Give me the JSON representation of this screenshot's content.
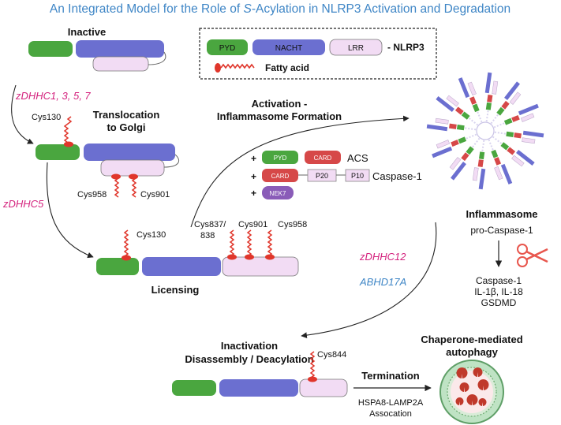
{
  "colors": {
    "pyd": "#4aa63f",
    "nacht": "#6b6fd0",
    "lrr": "#f2dcf4",
    "fatty_acid": "#e0362b",
    "card": "#d64848",
    "nek7": "#8a5cb8",
    "title": "#3f86c6",
    "enzyme_magenta": "#d4237e",
    "enzyme_blue": "#3f86c6"
  },
  "title": {
    "before": "An Integrated Model for the Role of ",
    "italic": "S",
    "after": "-Acylation in NLRP3 Activation and Degradation"
  },
  "legend": {
    "pyd": "PYD",
    "nacht": "NACHT",
    "lrr": "LRR",
    "protein_name": "- NLRP3",
    "fatty_acid": "Fatty acid"
  },
  "stages": {
    "inactive": "Inactive",
    "translocation_line1": "Translocation",
    "translocation_line2": "to Golgi",
    "licensing": "Licensing",
    "activation_line1": "Activation -",
    "activation_line2": "Inflammasome Formation",
    "inflammasome": "Inflammasome",
    "inactivation_line1": "Inactivation",
    "inactivation_line2": "Disassembly / Deacylation",
    "termination": "Termination",
    "cma_line1": "Chaperone-mediated",
    "cma_line2": "autophagy"
  },
  "enzymes": {
    "zdhhc_1357": "zDHHC1, 3, 5, 7",
    "zdhhc5": "zDHHC5",
    "zdhhc12": "zDHHC12",
    "abhd17a": "ABHD17A"
  },
  "sites": {
    "cys130_golgi": "Cys130",
    "cys958_golgi": "Cys958",
    "cys901_golgi": "Cys901",
    "cys130_lic": "Cys130",
    "cys837_line1": "Cys837/",
    "cys837_line2": "838",
    "cys901_lic": "Cys901",
    "cys958_lic": "Cys958",
    "cys844": "Cys844"
  },
  "components": {
    "acs_pyd": "PYD",
    "acs_card": "CARD",
    "acs_label": "ACS",
    "casp_card": "CARD",
    "casp_p20": "P20",
    "casp_p10": "P10",
    "casp_label": "Caspase-1",
    "nek7": "NEK7",
    "plus": "+"
  },
  "products": {
    "pro_caspase": "pro-Caspase-1",
    "caspase": "Caspase-1",
    "cytokines": "IL-1β, IL-18",
    "gsdmd": "GSDMD"
  },
  "termination_sub": {
    "line1": "HSPA8-LAMP2A",
    "line2": "Assocation"
  }
}
